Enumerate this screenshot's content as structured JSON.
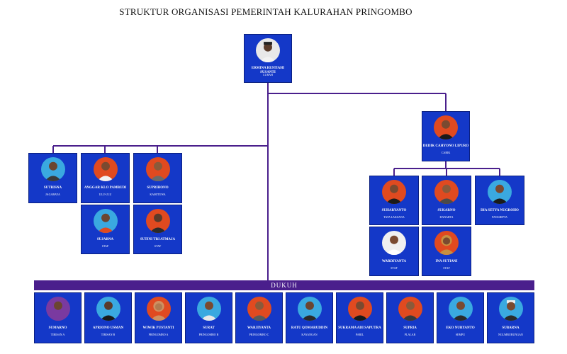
{
  "title": "STRUKTUR ORGANISASI PEMERINTAH KALURAHAN PRINGOMBO",
  "colors": {
    "card": "#1438c8",
    "line": "#4a1f8c",
    "bar": "#4a1f8c",
    "photo_bg": "#8a8a8a"
  },
  "lurah": {
    "name": "ERMINA RESTIAHI SUSANTI",
    "role": "LURAH"
  },
  "carik": {
    "name": "DEDIK CAHYONO LIPURO",
    "role": "CARIK"
  },
  "left_top": [
    {
      "name": "SUTRISNA",
      "role": "JAGABAYA"
    },
    {
      "name": "ANGGAR KLO PAMBUDI",
      "role": "ULU-ULU"
    },
    {
      "name": "SUPRIHONO",
      "role": "KAMITUWA"
    }
  ],
  "left_bottom": [
    {
      "name": "SUJARNA",
      "role": "STAF"
    },
    {
      "name": "SUTINI TRI ATMAJA",
      "role": "STAF"
    }
  ],
  "right_top": [
    {
      "name": "SUHARYANTO",
      "role": "TATA LAKSANA"
    },
    {
      "name": "SUKARNO",
      "role": "DANARTA"
    },
    {
      "name": "DIA SETYA NUGROHO",
      "role": "PANGRIPTA"
    }
  ],
  "right_bottom": [
    {
      "name": "WARDIYANTA",
      "role": "STAF"
    },
    {
      "name": "INA SUTIANI",
      "role": "STAF"
    }
  ],
  "dukuh_label": "DUKUH",
  "dukuh": [
    {
      "name": "SUMARNO",
      "role": "TIRISAN A"
    },
    {
      "name": "APRIONO USMAN",
      "role": "TIRISAN B"
    },
    {
      "name": "WIWIK PUSTANTI",
      "role": "PRINGOMBO A"
    },
    {
      "name": "SURAT",
      "role": "PRINGOMBO B"
    },
    {
      "name": "WARJIYANTA",
      "role": "PRINGOMBO C"
    },
    {
      "name": "RATU QOMARUDDIN",
      "role": "KAYANGAN"
    },
    {
      "name": "SUKRAMA ADI SAPUTRA",
      "role": "PARIL"
    },
    {
      "name": "SUPRIA",
      "role": "PLALAR"
    },
    {
      "name": "EKO NURYANTO",
      "role": "SEMPU"
    },
    {
      "name": "SUBARNA",
      "role": "NGUMBURUNGAN"
    }
  ]
}
